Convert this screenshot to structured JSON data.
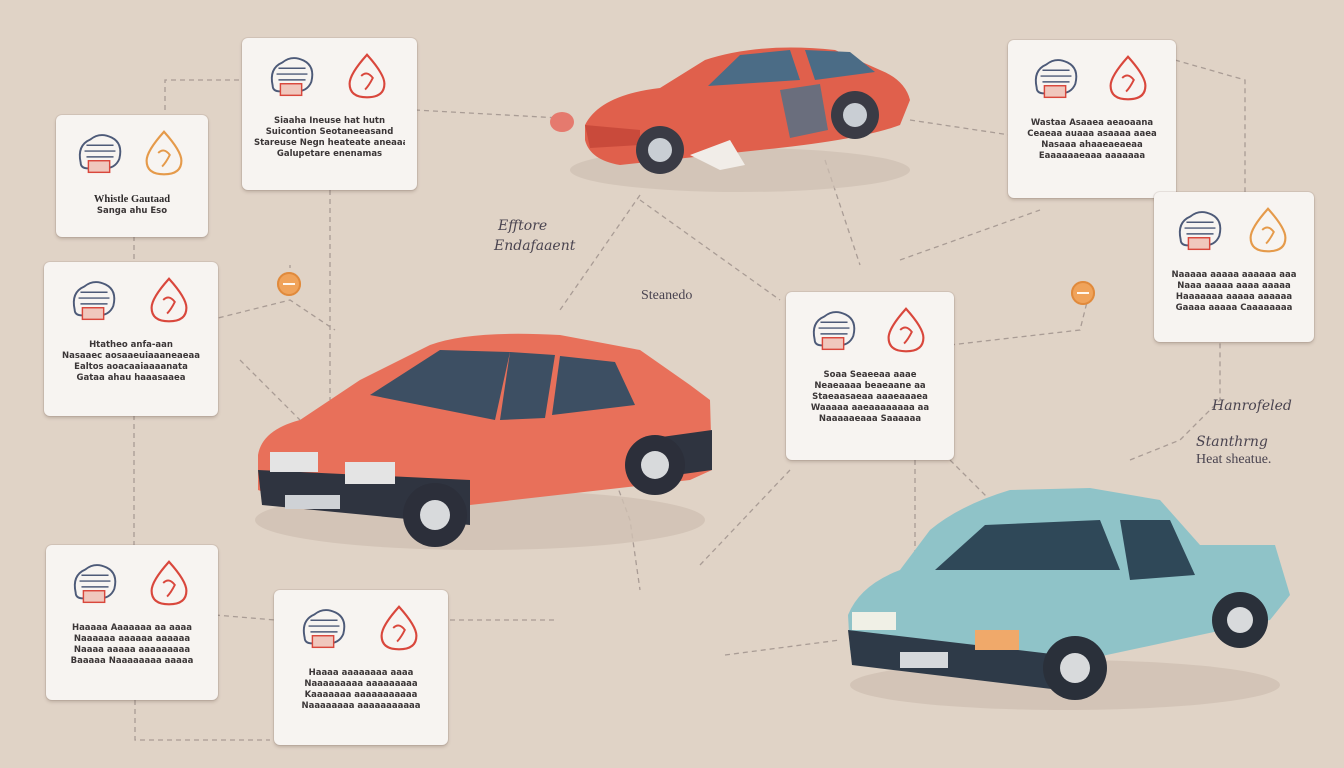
{
  "colors": {
    "background": "#e0d3c6",
    "card": "#f7f4f1",
    "car_red": "#e0604c",
    "car_coral": "#e8705a",
    "car_teal": "#8fc3c8",
    "icon_red": "#d9473c",
    "icon_orange": "#e59a4a",
    "icon_blue": "#4d5a78",
    "connector": "#a99c95"
  },
  "cards": [
    {
      "id": "card-a",
      "icons": [
        "engine-icon",
        "alert-drop-icon"
      ],
      "lines": [
        "Whistle Gautaad",
        "Sanga ahu Eso"
      ],
      "style": "big"
    },
    {
      "id": "card-b",
      "icons": [
        "engine-icon",
        "alert-drop-icon"
      ],
      "lines": [
        "Siaaha Ineuse hat hutn",
        "Suicontion Seotaneeasand",
        "Stareuse Negn heateate aneaaa",
        "Galupetare enenamas"
      ],
      "style": "small"
    },
    {
      "id": "card-c",
      "icons": [
        "engine-icon",
        "alert-drop-icon"
      ],
      "lines": [
        "Htatheo anfa-aan",
        "Nasaaec aosaaeuiaaaneaeaa",
        "Ealtos aoacaaiaaaanata",
        "Gataa ahau haaasaaea"
      ],
      "style": "small"
    },
    {
      "id": "card-d",
      "icons": [
        "engine-icon",
        "alert-drop-icon"
      ],
      "lines": [
        "Wastaa Asaaea aeaoaana",
        "Ceaeaa auaaa asaaaa aaea",
        "Nasaaa ahaaeaeaeaa",
        "Eaaaaaaeaaa aaaaaaa"
      ],
      "style": "small"
    },
    {
      "id": "card-e",
      "icons": [
        "engine-icon",
        "alert-drop-icon"
      ],
      "lines": [
        "Soaa Seaeeaa aaae",
        "Neaeaaaa beaeaane aa",
        "Staeaasaeaa aaaeaaaea",
        "Waaaaa aaeaaaaaaaa aa",
        "Naaaaaeaaa Saaaaaa"
      ],
      "style": "small"
    },
    {
      "id": "card-f",
      "icons": [
        "engine-icon",
        "alert-drop-icon"
      ],
      "lines": [
        "Naaaaa aaaaa aaaaaa aaa",
        "Naaa aaaaa aaaa aaaaa",
        "Haaaaaaa aaaaa aaaaaa",
        "Gaaaa aaaaa Caaaaaaaa"
      ],
      "style": "small"
    },
    {
      "id": "card-g",
      "icons": [
        "engine-icon",
        "alert-drop-icon"
      ],
      "lines": [
        "Haaaaa Aaaaaaa aa aaaa",
        "Naaaaaa aaaaaa aaaaaa",
        "Naaaa aaaaa aaaaaaaaa",
        "Baaaaa Naaaaaaaa aaaaa"
      ],
      "style": "small"
    },
    {
      "id": "card-h",
      "icons": [
        "engine-icon",
        "alert-drop-icon"
      ],
      "lines": [
        "Haaaa aaaaaaaa aaaa",
        "Naaaaaaaaa aaaaaaaaa",
        "Kaaaaaaa aaaaaaaaaaa",
        "Naaaaaaaa aaaaaaaaaaa"
      ],
      "style": "small"
    }
  ],
  "labels": [
    {
      "id": "label-effort",
      "text": "Efftore",
      "style": "hand"
    },
    {
      "id": "label-endarect",
      "text": "Endafaaent",
      "style": "hand"
    },
    {
      "id": "label-steenede",
      "text": "Steanedo",
      "style": "plain"
    },
    {
      "id": "label-hanrefeled",
      "text": "Hanrofeled",
      "style": "hand"
    },
    {
      "id": "label-stanthng",
      "text": "Stanthrng",
      "style": "hand"
    },
    {
      "id": "label-heat-sheatue",
      "text": "Heat sheatue.",
      "style": "plain"
    }
  ]
}
